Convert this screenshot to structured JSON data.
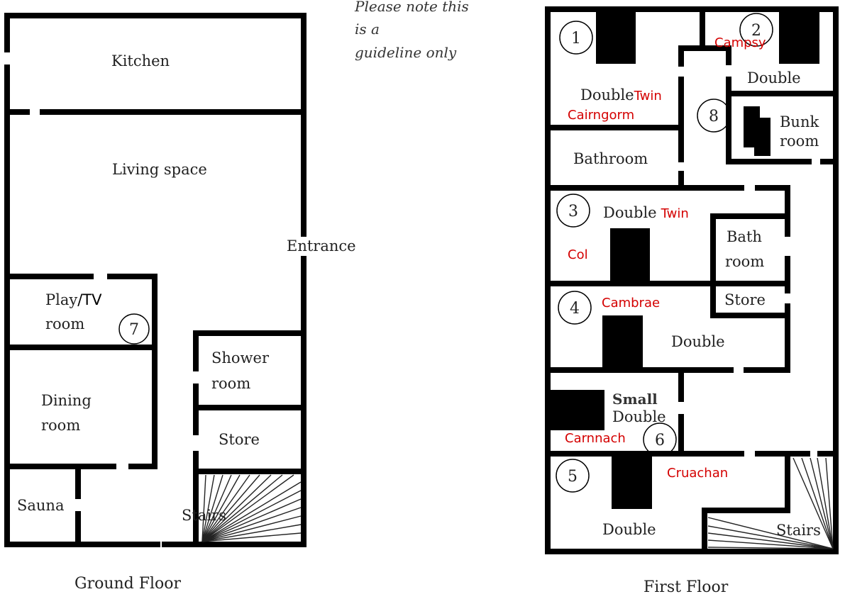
{
  "note": {
    "line1": "Please note this",
    "line2": "is a",
    "line3": "guideline only"
  },
  "ground_floor": {
    "caption": "Ground Floor",
    "kitchen": "Kitchen",
    "living": "Living space",
    "entrance": "Entrance",
    "play_1": "Play",
    "play_2": "/TV",
    "play_3": "room",
    "dining_1": "Dining",
    "dining_2": "room",
    "sauna": "Sauna",
    "shower_1": "Shower",
    "shower_2": "room",
    "store": "Store",
    "stairs": "Stairs",
    "room_number_7": "7"
  },
  "first_floor": {
    "caption": "First Floor",
    "room1": {
      "number": "1",
      "type": "Double",
      "annotation": "Twin",
      "name": "Cairngorm"
    },
    "room2": {
      "number": "2",
      "type": "Double",
      "name": "Campsy"
    },
    "room8": {
      "number": "8",
      "type_1": "Bunk",
      "type_2": "room"
    },
    "bathroom": "Bathroom",
    "room3": {
      "number": "3",
      "type": "Double",
      "annotation": "Twin",
      "name": "Col"
    },
    "bath_room_1": "Bath",
    "bath_room_2": "room",
    "store": "Store",
    "room4": {
      "number": "4",
      "type": "Double",
      "name": "Cambrae"
    },
    "room6": {
      "number": "6",
      "type_1": "Small",
      "type_2": "Double",
      "name": "Carnnach"
    },
    "room5": {
      "number": "5",
      "type": "Double",
      "name": "Cruachan"
    },
    "stairs": "Stairs"
  },
  "colors": {
    "annotation": "#d40000",
    "walls": "#000000"
  }
}
